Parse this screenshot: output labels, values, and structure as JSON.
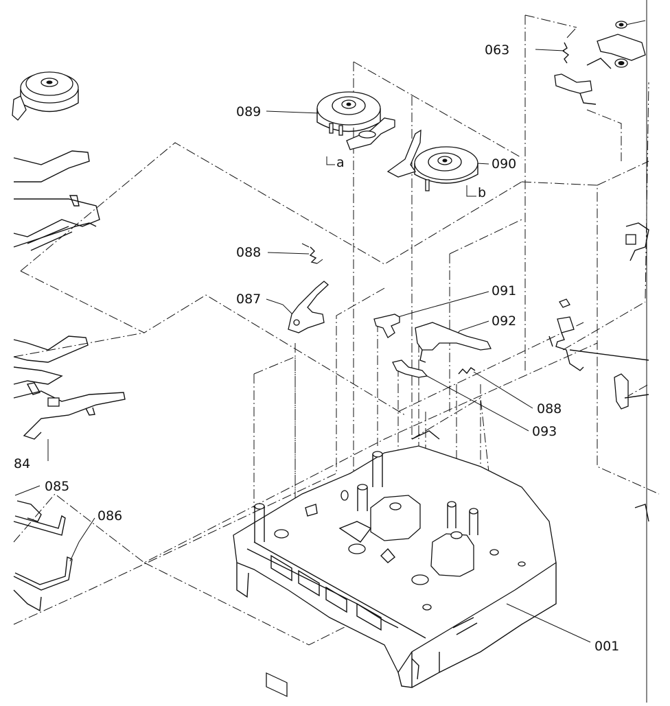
{
  "callouts": [
    {
      "id": "063",
      "text": "063"
    },
    {
      "id": "089",
      "text": "089"
    },
    {
      "id": "a",
      "text": "a"
    },
    {
      "id": "090",
      "text": "090"
    },
    {
      "id": "b",
      "text": "b"
    },
    {
      "id": "088a",
      "text": "088"
    },
    {
      "id": "087",
      "text": "087"
    },
    {
      "id": "091",
      "text": "091"
    },
    {
      "id": "092",
      "text": "092"
    },
    {
      "id": "088b",
      "text": "088"
    },
    {
      "id": "093",
      "text": "093"
    },
    {
      "id": "84",
      "text": "84"
    },
    {
      "id": "085",
      "text": "085"
    },
    {
      "id": "086",
      "text": "086"
    },
    {
      "id": "001",
      "text": "001"
    }
  ]
}
